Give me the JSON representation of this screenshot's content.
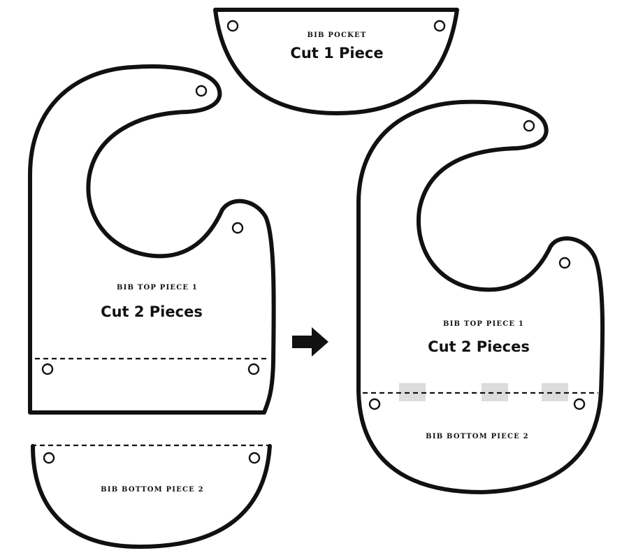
{
  "pieces": {
    "pocket": {
      "name": "BIB POCKET",
      "cut": "Cut 1 Piece"
    },
    "top_left": {
      "name": "BIB TOP PIECE 1",
      "cut": "Cut 2 Pieces"
    },
    "bottom_left": {
      "name": "BIB BOTTOM PIECE 2"
    },
    "top_right": {
      "name": "BIB TOP PIECE 1",
      "cut": "Cut 2 Pieces"
    },
    "bottom_right": {
      "name": "BIB BOTTOM PIECE 2"
    }
  },
  "colors": {
    "line": "#111111",
    "tab": "#dcdcdc",
    "background": "#ffffff"
  },
  "icons": {
    "arrow": "right-arrow-icon"
  }
}
